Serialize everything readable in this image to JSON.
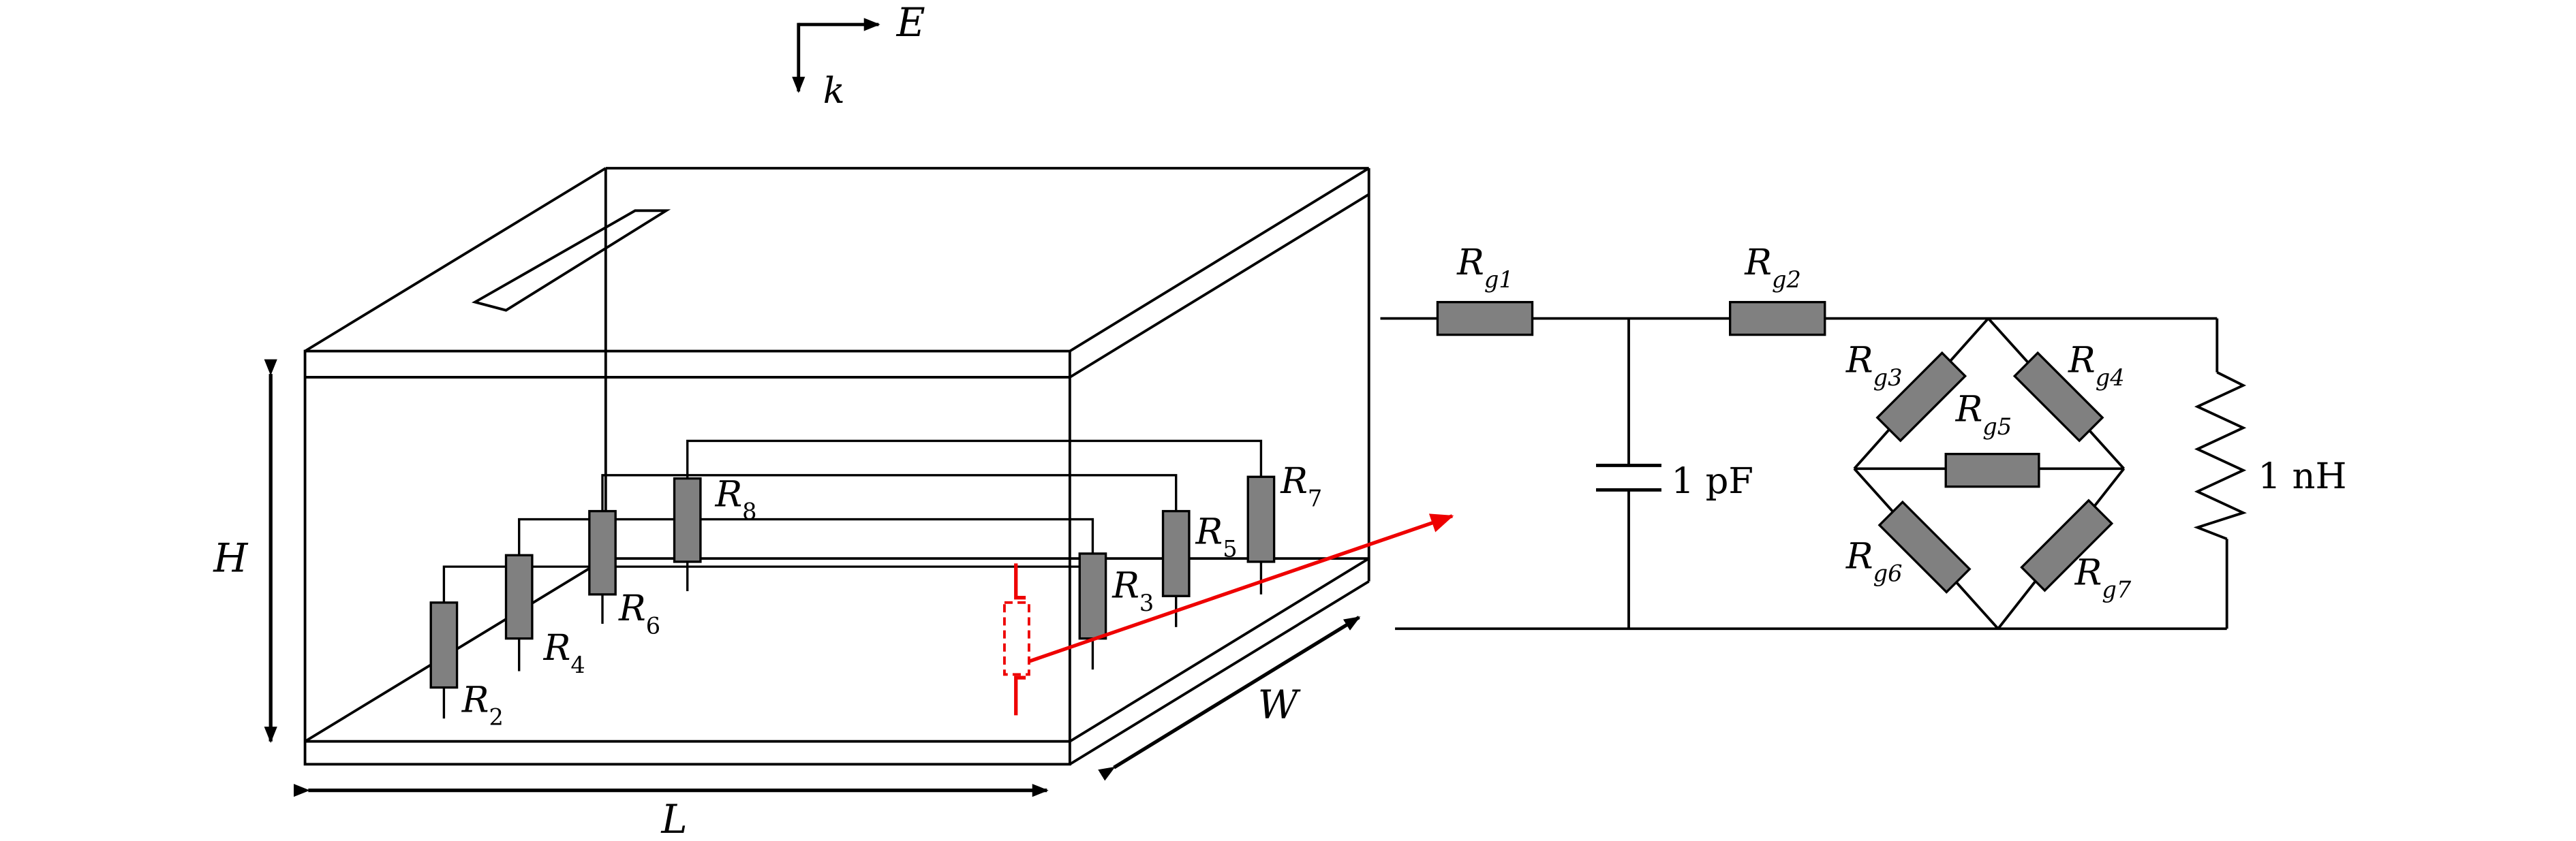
{
  "colors": {
    "line": "#000000",
    "resistor_fill": "#808080",
    "highlight": "#ee0000"
  },
  "direction": {
    "e_field": "E",
    "k_vector": "k"
  },
  "dimensions": {
    "height": "H",
    "length": "L",
    "width": "W"
  },
  "cavity_resistors": [
    {
      "base": "R",
      "sub": "2"
    },
    {
      "base": "R",
      "sub": "4"
    },
    {
      "base": "R",
      "sub": "6"
    },
    {
      "base": "R",
      "sub": "8"
    },
    {
      "base": "R",
      "sub": "3"
    },
    {
      "base": "R",
      "sub": "5"
    },
    {
      "base": "R",
      "sub": "7"
    }
  ],
  "circuit": {
    "resistors": [
      {
        "base": "R",
        "sub": "g1"
      },
      {
        "base": "R",
        "sub": "g2"
      },
      {
        "base": "R",
        "sub": "g3"
      },
      {
        "base": "R",
        "sub": "g4"
      },
      {
        "base": "R",
        "sub": "g5"
      },
      {
        "base": "R",
        "sub": "g6"
      },
      {
        "base": "R",
        "sub": "g7"
      }
    ],
    "capacitor_label": "1 pF",
    "inductor_label": "1 nH"
  }
}
